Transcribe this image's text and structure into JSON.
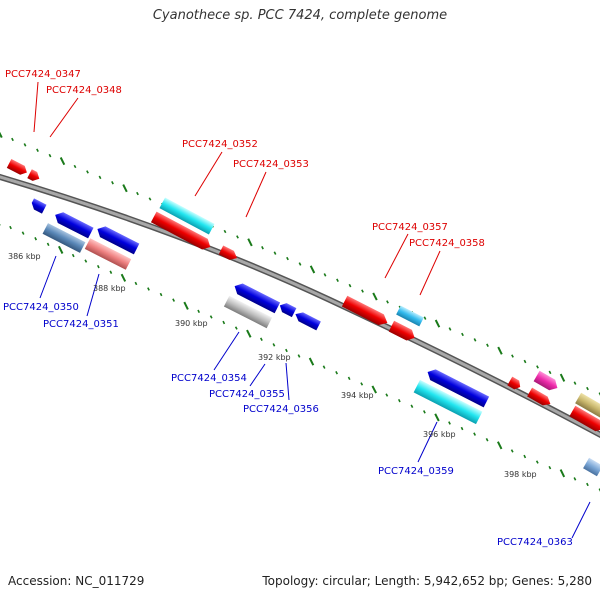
{
  "title": "Cyanothece sp. PCC 7424, complete genome",
  "footer": {
    "accession": "Accession: NC_011729",
    "summary": "Topology: circular; Length: 5,942,652 bp; Genes: 5,280"
  },
  "colors": {
    "label_forward": "#dd0000",
    "label_reverse": "#0000cc",
    "backbone": "#8a8a8a",
    "tick": "#1a7a1a",
    "scale_text": "#333333"
  },
  "scale_labels": [
    "386 kbp",
    "388 kbp",
    "390 kbp",
    "392 kbp",
    "394 kbp",
    "396 kbp",
    "398 kbp"
  ],
  "gene_labels": {
    "forward": [
      "PCC7424_0347",
      "PCC7424_0348",
      "PCC7424_0352",
      "PCC7424_0353",
      "PCC7424_0357",
      "PCC7424_0358"
    ],
    "reverse": [
      "PCC7424_0350",
      "PCC7424_0351",
      "PCC7424_0354",
      "PCC7424_0355",
      "PCC7424_0356",
      "PCC7424_0359",
      "PCC7424_0363"
    ]
  }
}
